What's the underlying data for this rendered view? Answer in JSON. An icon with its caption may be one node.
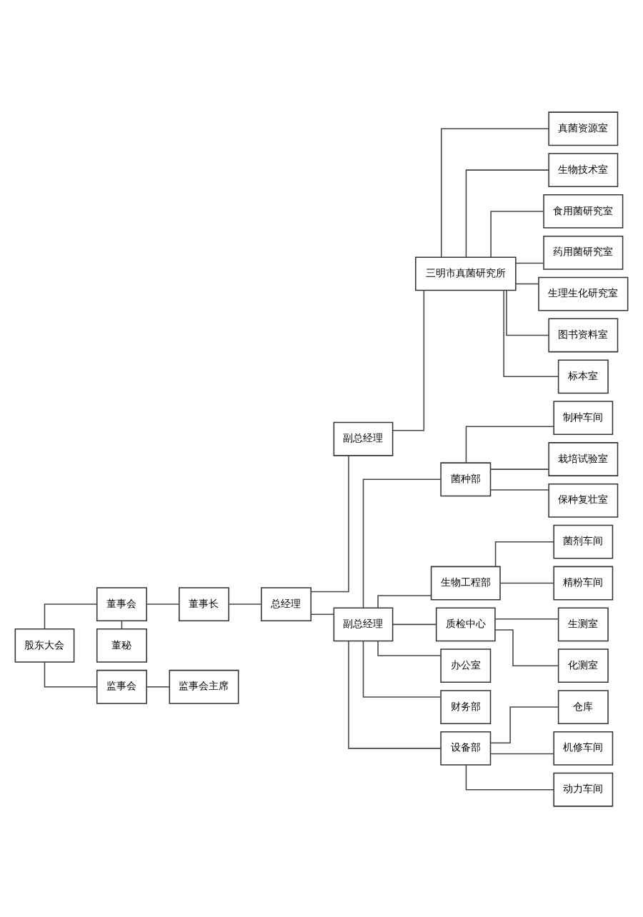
{
  "diagram": {
    "nodes": [
      {
        "text": [
          "董秘"
        ]
      },
      {
        "text": [
          "董事会"
        ]
      },
      {
        "text": [
          "股东大会"
        ]
      },
      {
        "text": [
          "监事会"
        ]
      },
      {
        "text": [
          "董事长"
        ]
      },
      {
        "text": [
          "监事会主席"
        ]
      },
      {
        "text": [
          "总经理"
        ]
      },
      {
        "text": [
          "副总经理"
        ]
      },
      {
        "text": [
          "三明市真菌研究所"
        ]
      },
      {
        "text": [
          "真菌资源室"
        ]
      },
      {
        "text": [
          "生物技术室"
        ]
      },
      {
        "text": [
          "食用菌研究室"
        ]
      },
      {
        "text": [
          "药用菌研究室"
        ]
      },
      {
        "text": [
          "生理生化研究室"
        ]
      },
      {
        "text": [
          "图书资料室"
        ]
      },
      {
        "text": [
          "标本室"
        ]
      },
      {
        "text": [
          "副总经理"
        ]
      },
      {
        "text": [
          "菌种部"
        ]
      },
      {
        "text": [
          "制种车间"
        ]
      },
      {
        "text": [
          "栽培试验室"
        ]
      },
      {
        "text": [
          "保种复壮室"
        ]
      },
      {
        "text": [
          "生物工程部"
        ]
      },
      {
        "text": [
          "菌剂车间"
        ]
      },
      {
        "text": [
          "精粉车间"
        ]
      },
      {
        "text": [
          "质检中心"
        ]
      },
      {
        "text": [
          "生测室"
        ]
      },
      {
        "text": [
          "化测室"
        ]
      },
      {
        "text": [
          "办公室"
        ]
      },
      {
        "text": [
          "财务部"
        ]
      },
      {
        "text": [
          "设备部"
        ]
      },
      {
        "text": [
          "仓库"
        ]
      },
      {
        "text": [
          "机修车间"
        ]
      },
      {
        "text": [
          "动力车间"
        ]
      }
    ],
    "edges": [
      {
        "from": 2,
        "to": 1,
        "arrow": "none"
      },
      {
        "from": 2,
        "to": 3,
        "arrow": "none"
      },
      {
        "from": 1,
        "to": 0,
        "arrow": "none"
      },
      {
        "from": 1,
        "to": 4,
        "arrow": "none"
      },
      {
        "from": 4,
        "to": 6,
        "arrow": "none"
      },
      {
        "from": 3,
        "to": 5,
        "arrow": "none"
      },
      {
        "from": 6,
        "to": 7,
        "arrow": "none"
      },
      {
        "from": 6,
        "to": 16,
        "arrow": "none"
      },
      {
        "from": 7,
        "to": 8,
        "arrow": "none"
      },
      {
        "from": 8,
        "to": 9,
        "arrow": "none"
      },
      {
        "from": 8,
        "to": 10,
        "arrow": "none"
      },
      {
        "from": 8,
        "to": 11,
        "arrow": "none"
      },
      {
        "from": 8,
        "to": 12,
        "arrow": "none"
      },
      {
        "from": 8,
        "to": 13,
        "arrow": "none"
      },
      {
        "from": 8,
        "to": 14,
        "arrow": "none"
      },
      {
        "from": 8,
        "to": 15,
        "arrow": "none"
      },
      {
        "from": 16,
        "to": 17,
        "arrow": "none"
      },
      {
        "from": 16,
        "to": 21,
        "arrow": "none"
      },
      {
        "from": 16,
        "to": 24,
        "arrow": "none"
      },
      {
        "from": 16,
        "to": 27,
        "arrow": "none"
      },
      {
        "from": 16,
        "to": 28,
        "arrow": "none"
      },
      {
        "from": 16,
        "to": 29,
        "arrow": "none"
      },
      {
        "from": 17,
        "to": 18,
        "arrow": "none"
      },
      {
        "from": 17,
        "to": 19,
        "arrow": "none"
      },
      {
        "from": 17,
        "to": 20,
        "arrow": "none"
      },
      {
        "from": 21,
        "to": 22,
        "arrow": "none"
      },
      {
        "from": 21,
        "to": 23,
        "arrow": "none"
      },
      {
        "from": 24,
        "to": 25,
        "arrow": "none"
      },
      {
        "from": 24,
        "to": 26,
        "arrow": "none"
      },
      {
        "from": 29,
        "to": 30,
        "arrow": "none"
      },
      {
        "from": 29,
        "to": 31,
        "arrow": "none"
      },
      {
        "from": 29,
        "to": 32,
        "arrow": "none"
      }
    ]
  }
}
